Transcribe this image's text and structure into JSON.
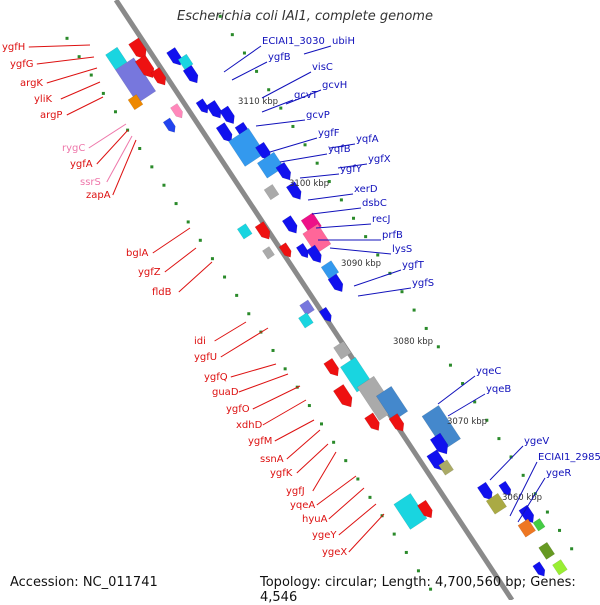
{
  "title": "Escherichia coli IAI1, complete genome",
  "accession": "Accession: NC_011741",
  "topology": "Topology: circular; Length: 4,700,560 bp; Genes: 4,546",
  "colors": {
    "left_label": "#dd1111",
    "right_label": "#1111bb",
    "pink_label": "#ee77aa",
    "backbone": "#8a8a8a"
  },
  "kbp_marks": [
    "3110 kbp",
    "3100 kbp",
    "3090 kbp",
    "3080 kbp",
    "3070 kbp",
    "3060 kbp"
  ],
  "left_genes": [
    "ygfH",
    "ygfG",
    "argK",
    "yliK",
    "argP",
    "rygC",
    "ygfA",
    "ssrS",
    "zapA",
    "bglA",
    "ygfZ",
    "fldB",
    "idi",
    "ygfU",
    "ygfQ",
    "guaD",
    "ygfO",
    "xdhD",
    "ygfM",
    "ssnA",
    "ygfK",
    "ygfJ",
    "yqeA",
    "hyuA",
    "ygeY",
    "ygeX"
  ],
  "right_genes": [
    "ECIAI1_3030",
    "ubiH",
    "ygfB",
    "visC",
    "gcvH",
    "gcvT",
    "gcvP",
    "ygfF",
    "yqfA",
    "yqfB",
    "ygfX",
    "ygfY",
    "xerD",
    "dsbC",
    "recJ",
    "prfB",
    "lysS",
    "ygfT",
    "ygfS",
    "yqeC",
    "yqeB",
    "ygeV",
    "ECIAI1_2985",
    "ygeR"
  ]
}
